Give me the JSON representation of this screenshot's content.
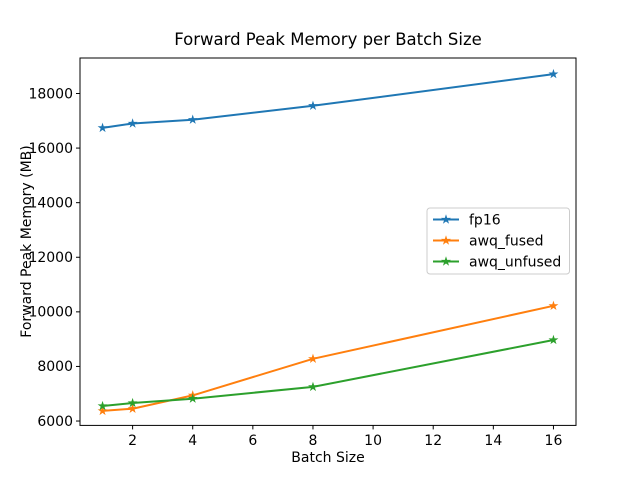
{
  "figure": {
    "background": "#ffffff"
  },
  "chart_data": {
    "type": "line",
    "title": "Forward Peak Memory per Batch Size",
    "xlabel": "Batch Size",
    "ylabel": "Forward Peak Memory (MB)",
    "x": [
      1,
      2,
      4,
      8,
      16
    ],
    "series": [
      {
        "name": "fp16",
        "color": "#1f77b4",
        "marker": "star",
        "values": [
          16740,
          16900,
          17040,
          17550,
          18710
        ]
      },
      {
        "name": "awq_fused",
        "color": "#ff7f0e",
        "marker": "star",
        "values": [
          6370,
          6450,
          6940,
          8280,
          10220
        ]
      },
      {
        "name": "awq_unfused",
        "color": "#2ca02c",
        "marker": "star",
        "values": [
          6550,
          6660,
          6820,
          7250,
          8970
        ]
      }
    ],
    "xticks": [
      2,
      4,
      6,
      8,
      10,
      12,
      14,
      16
    ],
    "yticks": [
      6000,
      8000,
      10000,
      12000,
      14000,
      16000,
      18000
    ],
    "xlim": [
      0.25,
      16.75
    ],
    "ylim": [
      5840,
      19300
    ],
    "grid": false,
    "legend": {
      "position": "center right",
      "labels": [
        "fp16",
        "awq_fused",
        "awq_unfused"
      ]
    }
  },
  "colors": {
    "axes_and_text": "#000000",
    "legend_border": "#cccccc",
    "background": "#ffffff"
  }
}
